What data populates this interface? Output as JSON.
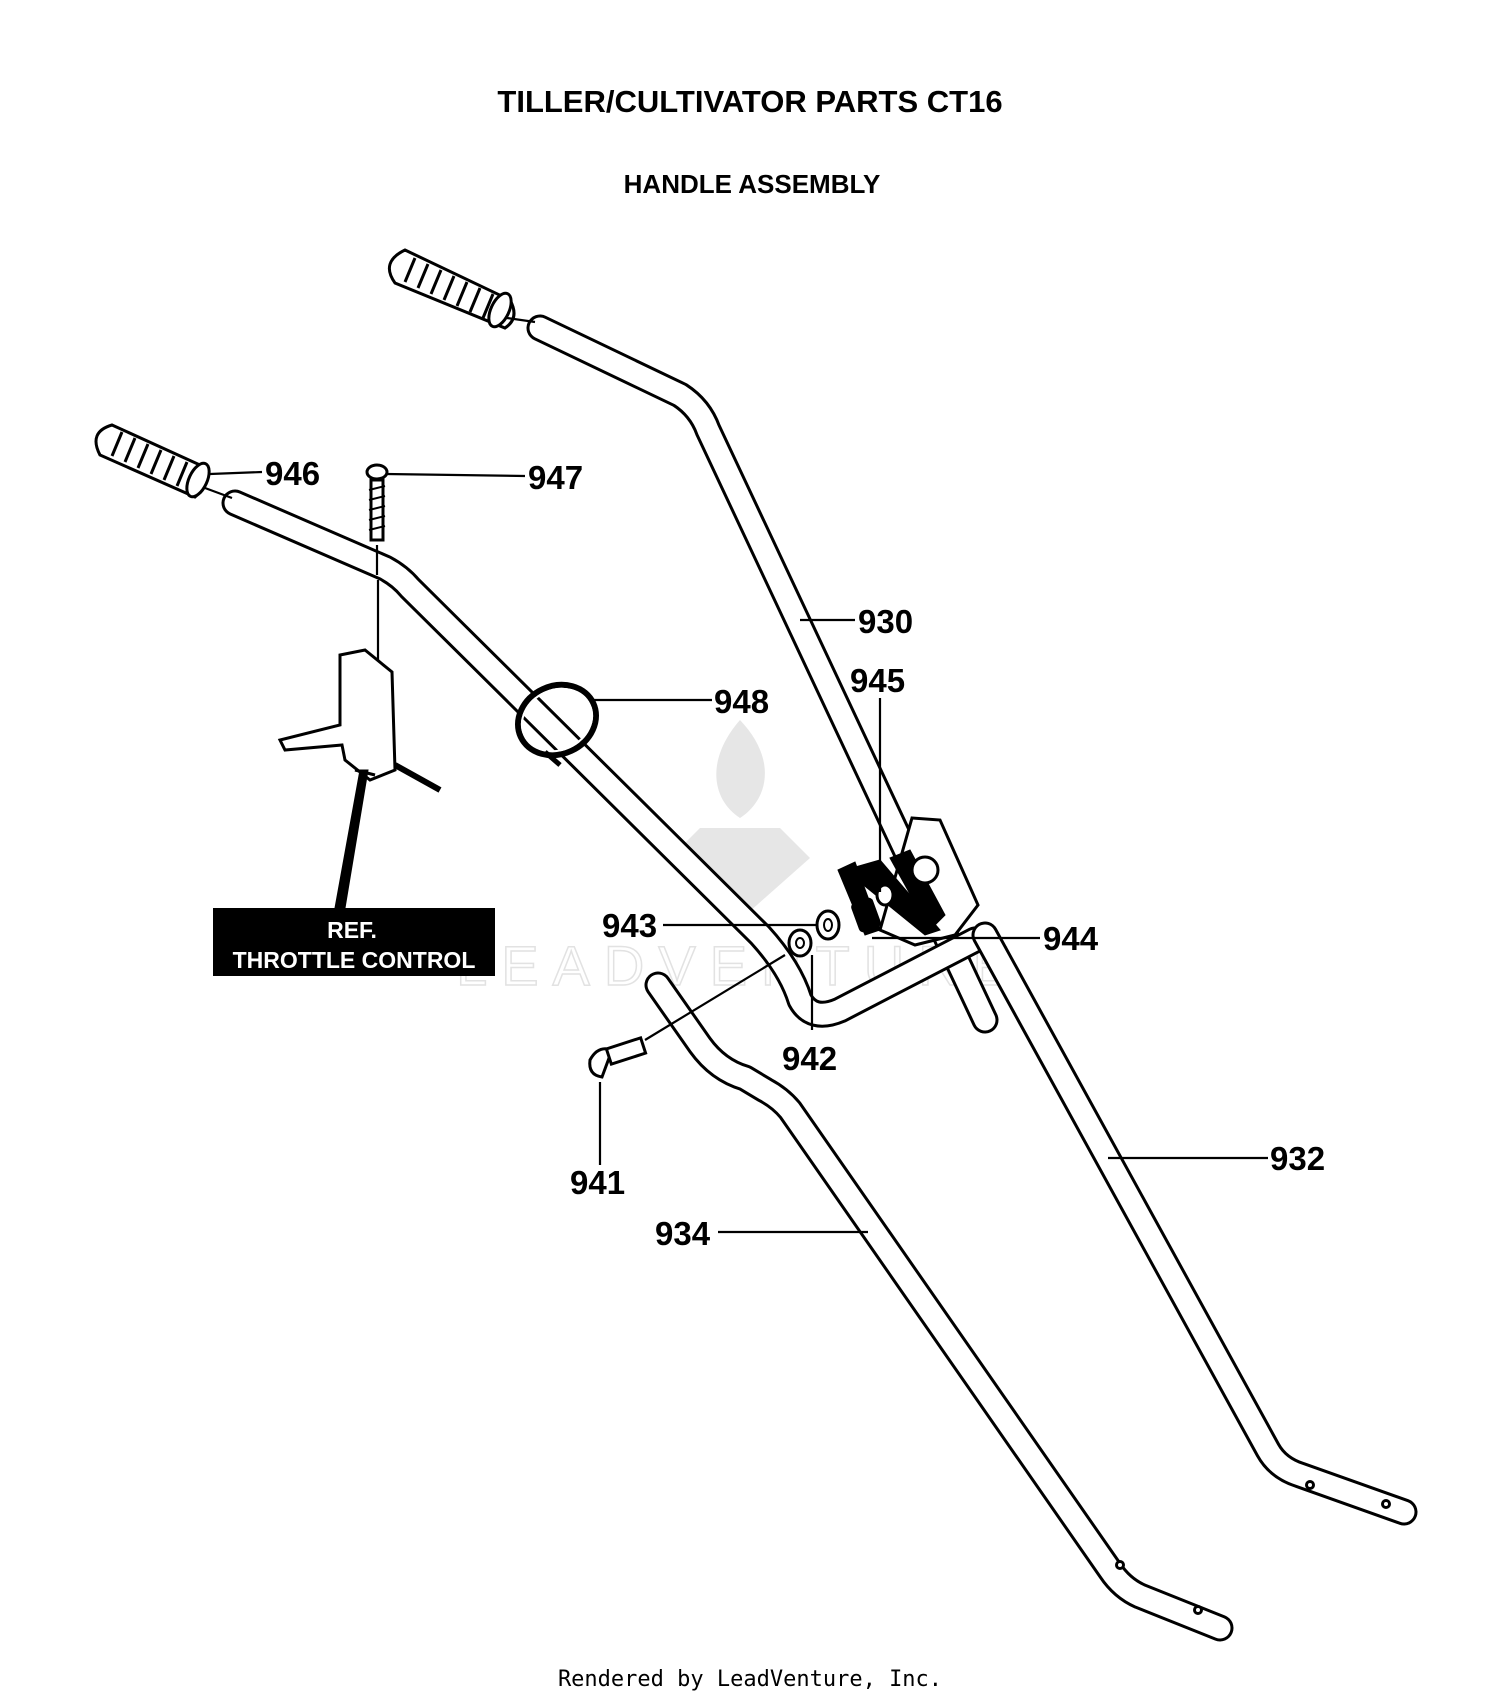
{
  "diagram": {
    "title": "TILLER/CULTIVATOR PARTS CT16",
    "subtitle": "HANDLE ASSEMBLY",
    "callouts": [
      {
        "id": "930",
        "label": "930"
      },
      {
        "id": "932",
        "label": "932"
      },
      {
        "id": "934",
        "label": "934"
      },
      {
        "id": "941",
        "label": "941"
      },
      {
        "id": "942",
        "label": "942"
      },
      {
        "id": "943",
        "label": "943"
      },
      {
        "id": "944",
        "label": "944"
      },
      {
        "id": "945",
        "label": "945"
      },
      {
        "id": "946",
        "label": "946"
      },
      {
        "id": "947",
        "label": "947"
      },
      {
        "id": "948",
        "label": "948"
      }
    ],
    "reference_box": {
      "line1": "REF.",
      "line2": "THROTTLE CONTROL"
    },
    "watermark": "LEADVENTURE",
    "footer": "Rendered by LeadVenture, Inc."
  },
  "colors": {
    "ink": "#000000",
    "paper": "#ffffff",
    "watermark": "#e6e6e6"
  }
}
